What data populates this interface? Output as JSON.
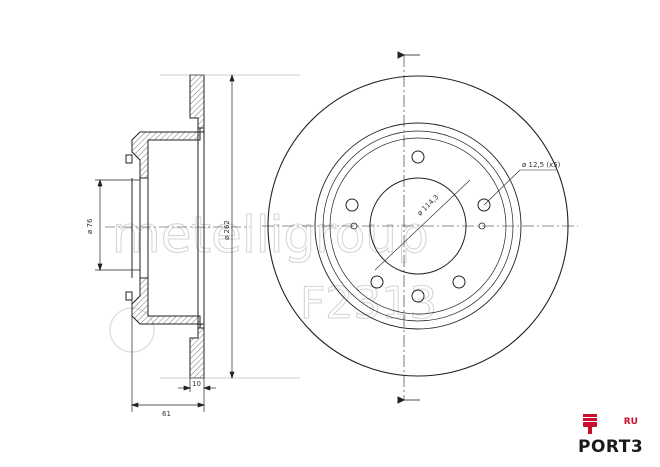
{
  "dimensions": {
    "hub_bore_diameter": "ø 76",
    "disc_diameter": "ø 262",
    "total_height": "61",
    "disc_thickness": "10",
    "bolt_circle": "ø 114,3",
    "bolt_holes": "ø 12,5 (x5)"
  },
  "watermark": {
    "brand": "metelligroup",
    "part_number": "F2313"
  },
  "logo": {
    "brand": "PORT3",
    "region": "RU",
    "brand_color": "#c8102e"
  }
}
